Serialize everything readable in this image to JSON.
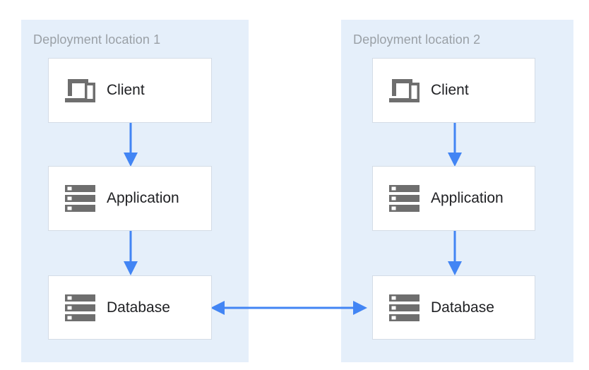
{
  "diagram": {
    "title_hidden": "",
    "colors": {
      "zone_background": "#E5EFFA",
      "zone_title_text": "#9AA0A6",
      "node_background": "#FFFFFF",
      "node_border": "#D4DCE6",
      "node_label_text": "#202124",
      "icon_gray": "#6E6E6E",
      "arrow_blue": "#4285F4",
      "page_background": "#FFFFFF"
    },
    "zones": [
      {
        "id": "deployment-location-1",
        "title": "Deployment location 1",
        "nodes": [
          {
            "id": "client",
            "label": "Client",
            "icon": "devices-icon"
          },
          {
            "id": "application",
            "label": "Application",
            "icon": "server-stack-icon"
          },
          {
            "id": "database",
            "label": "Database",
            "icon": "server-stack-icon"
          }
        ]
      },
      {
        "id": "deployment-location-2",
        "title": "Deployment location 2",
        "nodes": [
          {
            "id": "client",
            "label": "Client",
            "icon": "devices-icon"
          },
          {
            "id": "application",
            "label": "Application",
            "icon": "server-stack-icon"
          },
          {
            "id": "database",
            "label": "Database",
            "icon": "server-stack-icon"
          }
        ]
      }
    ],
    "connections": [
      {
        "id": "loc1-client-to-application",
        "from": "Client",
        "to": "Application",
        "direction": "down",
        "arrowheads": "single"
      },
      {
        "id": "loc1-application-to-database",
        "from": "Application",
        "to": "Database",
        "direction": "down",
        "arrowheads": "single"
      },
      {
        "id": "loc2-client-to-application",
        "from": "Client",
        "to": "Application",
        "direction": "down",
        "arrowheads": "single"
      },
      {
        "id": "loc2-application-to-database",
        "from": "Application",
        "to": "Database",
        "direction": "down",
        "arrowheads": "single"
      },
      {
        "id": "database-replication",
        "from": "Database",
        "to": "Database",
        "direction": "horizontal",
        "arrowheads": "double"
      }
    ]
  }
}
